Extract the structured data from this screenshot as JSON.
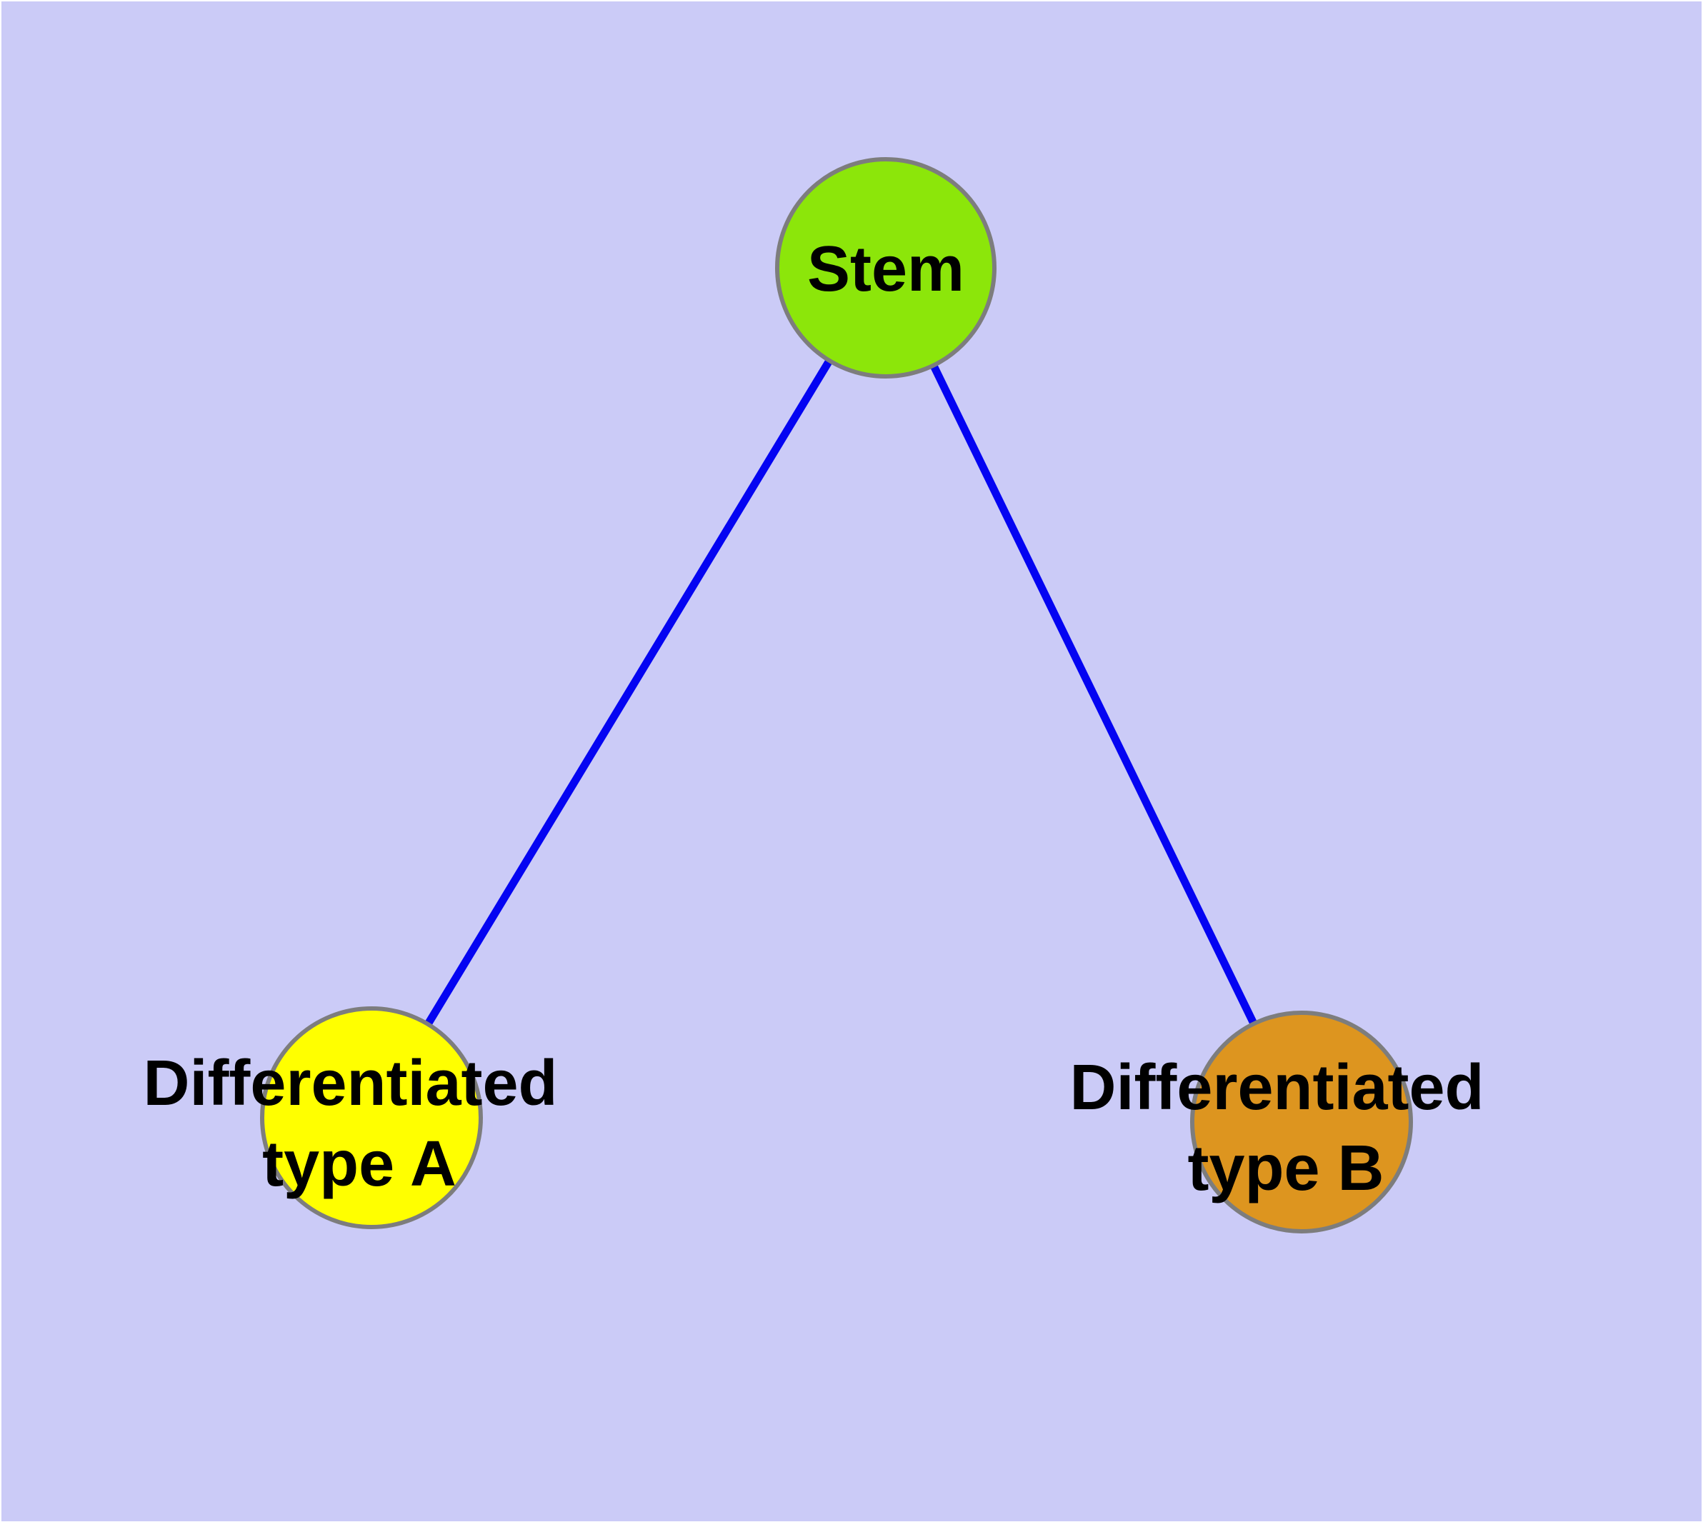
{
  "diagram": {
    "type": "node-link-graph",
    "title": "",
    "background_color": "#cbcbf7",
    "page_margin_color": "#ffffff",
    "node_outline_color": "#7d7d7d",
    "edge_color": "#0404f2",
    "label_color": "#000000",
    "nodes": [
      {
        "id": "stem",
        "label": "Stem",
        "label_lines": [
          "Stem"
        ],
        "fill": "#8ce60a"
      },
      {
        "id": "type-a",
        "label": "Differentiated type A",
        "label_lines": [
          "Differentiated",
          "type A"
        ],
        "fill": "#ffff00"
      },
      {
        "id": "type-b",
        "label": "Differentiated type B",
        "label_lines": [
          "Differentiated",
          "type B"
        ],
        "fill": "#dd951f"
      }
    ],
    "edges": [
      {
        "from": "Stem",
        "to": "Differentiated type A"
      },
      {
        "from": "Stem",
        "to": "Differentiated type B"
      }
    ]
  }
}
